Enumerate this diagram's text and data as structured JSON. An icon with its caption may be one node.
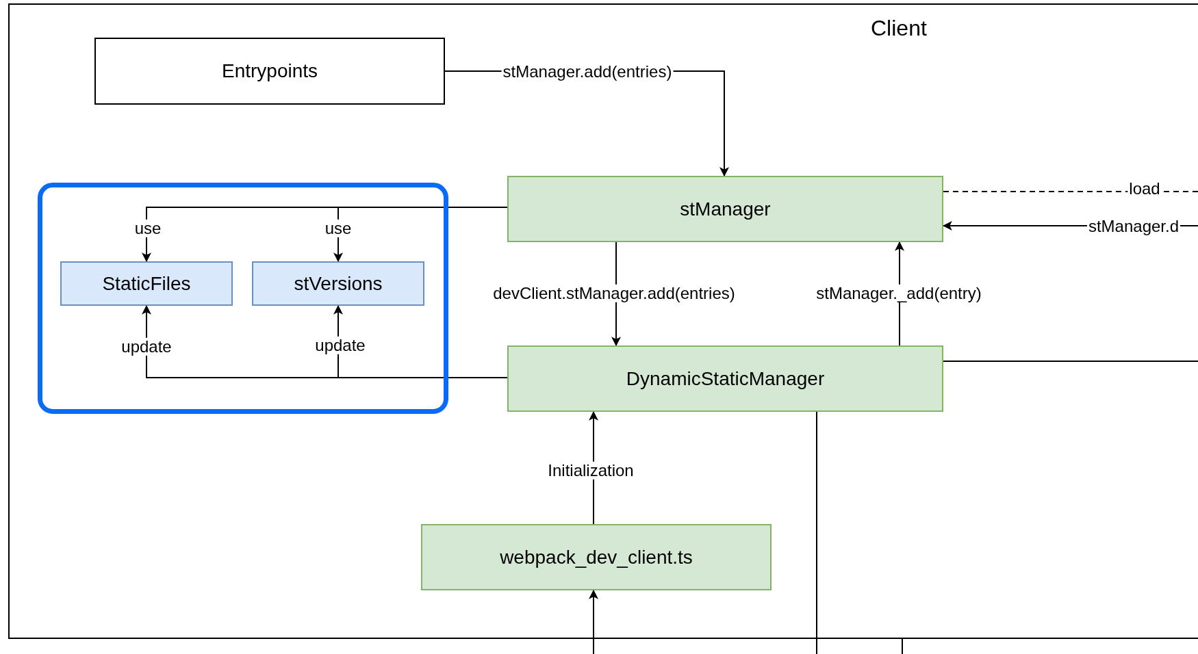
{
  "diagram": {
    "nodes": [
      {
        "text": [
          "Client"
        ]
      },
      {
        "text": [
          "Entrypoints"
        ],
        "in": 0
      },
      {
        "text": [],
        "shape": "box",
        "in": 0
      },
      {
        "text": [
          "StaticFiles"
        ],
        "in": 2
      },
      {
        "text": [
          "stVersions"
        ],
        "in": 2
      },
      {
        "text": [
          "stManager"
        ],
        "in": 0
      },
      {
        "text": [
          "DynamicStaticManager"
        ],
        "in": 0
      },
      {
        "text": [
          "webpack_dev_client.ts"
        ],
        "in": 0
      }
    ],
    "edges": [
      {
        "from": 1,
        "to": 5,
        "arrow": "to",
        "label": "stManager.add(entries)"
      },
      {
        "from": 5,
        "to": 3,
        "arrow": "to",
        "label": "use"
      },
      {
        "from": 5,
        "to": 4,
        "arrow": "to",
        "label": "use"
      },
      {
        "from": 6,
        "to": 3,
        "arrow": "to",
        "label": "update"
      },
      {
        "from": 6,
        "to": 4,
        "arrow": "to",
        "label": "update"
      },
      {
        "from": 5,
        "to": 6,
        "arrow": "to",
        "label": "devClient.stManager.add(entries)"
      },
      {
        "from": 6,
        "to": 5,
        "arrow": "to",
        "label": "stManager._add(entry)"
      },
      {
        "from": 5,
        "to": null,
        "arrow": "none",
        "label": "load",
        "style": "dashed"
      },
      {
        "from": null,
        "to": 5,
        "arrow": "to",
        "label": "stManager.d"
      },
      {
        "from": 6,
        "to": null,
        "arrow": "none"
      },
      {
        "from": 6,
        "to": null,
        "arrow": "none"
      },
      {
        "from": 7,
        "to": 6,
        "arrow": "to",
        "label": "Initialization"
      },
      {
        "from": null,
        "to": 7,
        "arrow": "to"
      },
      {
        "from": 0,
        "to": null,
        "arrow": "none"
      }
    ]
  }
}
